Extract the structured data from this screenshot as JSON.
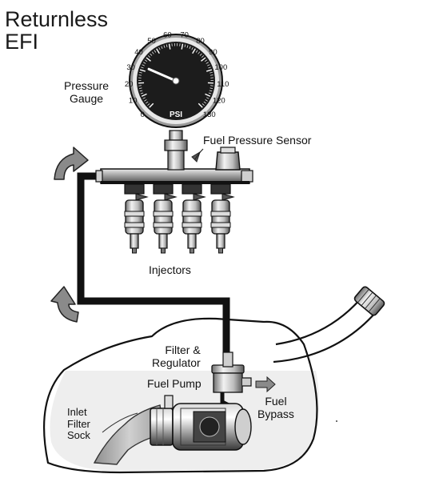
{
  "title": {
    "line1": "Returnless",
    "line2": "EFI"
  },
  "labels": {
    "pressure_gauge_l1": "Pressure",
    "pressure_gauge_l2": "Gauge",
    "fuel_pressure_sensor": "Fuel Pressure Sensor",
    "injectors": "Injectors",
    "filter_regulator_l1": "Filter &",
    "filter_regulator_l2": "Regulator",
    "fuel_pump": "Fuel Pump",
    "fuel_bypass_l1": "Fuel",
    "fuel_bypass_l2": "Bypass",
    "inlet_l1": "Inlet",
    "inlet_l2": "Filter",
    "inlet_l3": "Sock"
  },
  "gauge": {
    "unit": "PSI",
    "scale_min": 0,
    "scale_max": 130,
    "ticks": [
      "0",
      "10",
      "20",
      "30",
      "40",
      "50",
      "60",
      "70",
      "80",
      "90",
      "100",
      "110",
      "120",
      "130"
    ],
    "needle_value": 33
  },
  "injector_count": 4,
  "colors": {
    "line": "#111111",
    "gauge_face": "#1c1c1c",
    "tank_fill": "#eeeeee",
    "arrow_fill": "#8a8a8a"
  }
}
